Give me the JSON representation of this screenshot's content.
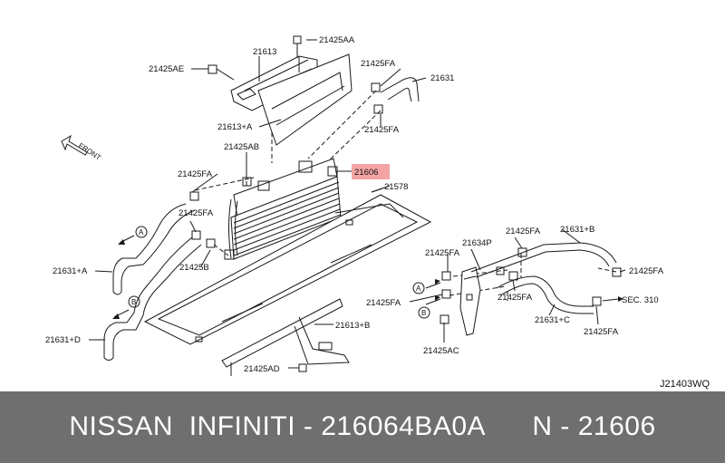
{
  "labels": {
    "l21425AA": "21425AA",
    "l21613": "21613",
    "l21425AE": "21425AE",
    "l21425FA_top": "21425FA",
    "l21631": "21631",
    "l21613A": "21613+A",
    "l21425FA_mid": "21425FA",
    "l21425AB": "21425AB",
    "l21425FA_left1": "21425FA",
    "l21606": "21606",
    "l21578": "21578",
    "l21425FA_left2": "21425FA",
    "l21425B": "21425B",
    "l21631A": "21631+A",
    "l21631D": "21631+D",
    "l21613B": "21613+B",
    "l21425AD": "21425AD",
    "l21425FA_r1": "21425FA",
    "l21631B": "21631+B",
    "l21634P": "21634P",
    "l21425FA_r2": "21425FA",
    "l21425FA_r3": "21425FA",
    "l21425FA_r4": "21425FA",
    "l21425FA_r5": "21425FA",
    "lSEC310": "SEC. 310",
    "l21631C": "21631+C",
    "l21425FA_r6": "21425FA",
    "l21425AC": "21425AC",
    "front": "FRONT",
    "circleA1": "A",
    "circleB1": "B",
    "circleA2": "A",
    "circleB2": "B",
    "diagram_code": "J21403WQ"
  },
  "highlight_color": "#f4a3a3",
  "footer": {
    "text": "NISSAN  INFINITI - 216064BA0A      N - 21606",
    "background": "#6f6f6f"
  }
}
